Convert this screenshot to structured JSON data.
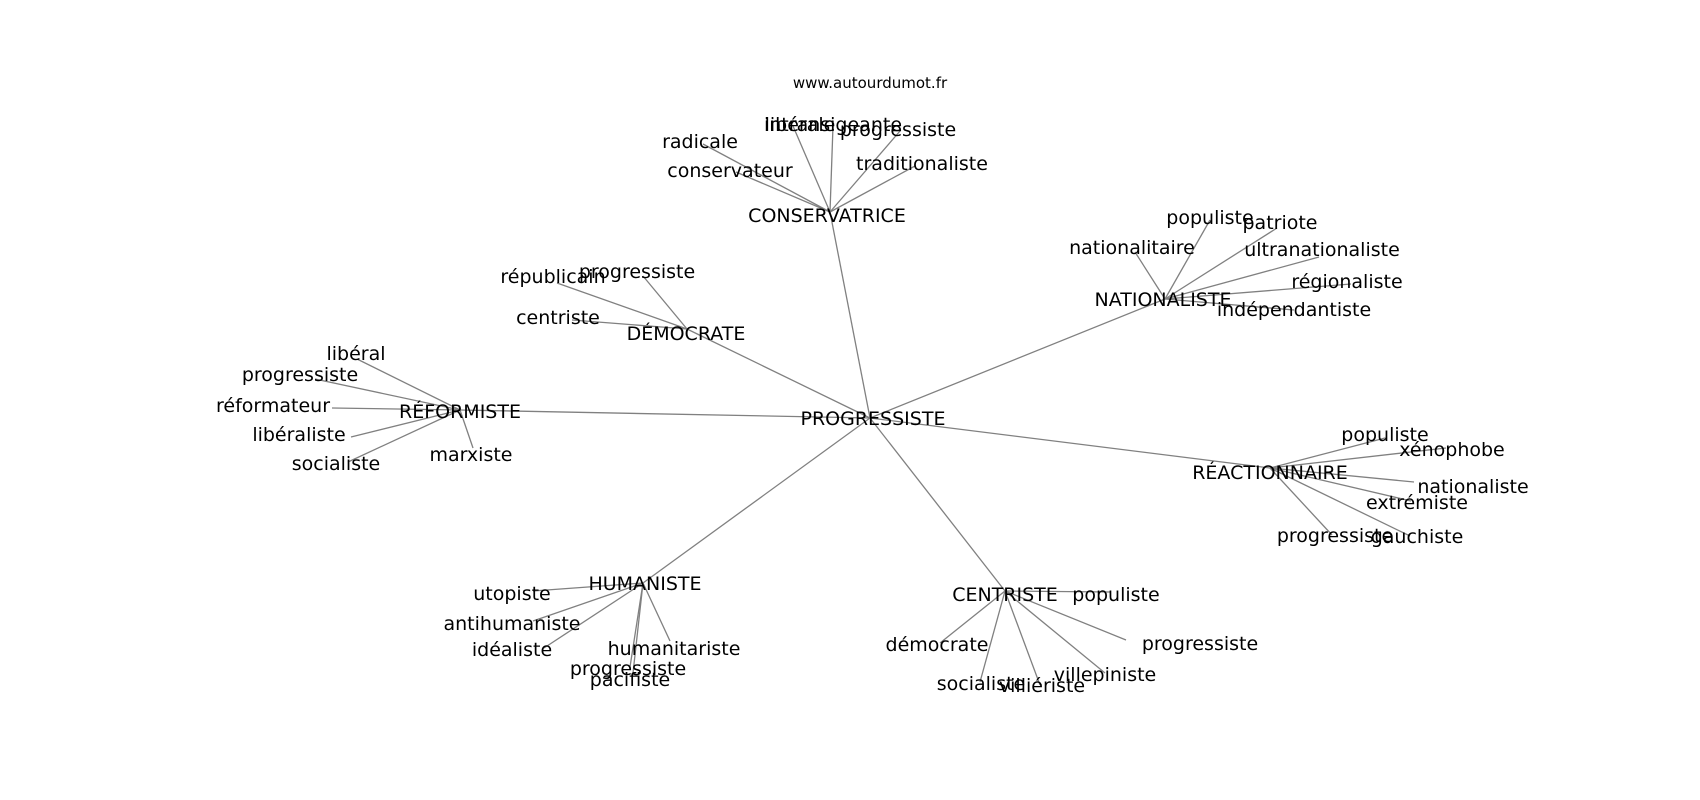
{
  "source": "www.autourdumot.fr",
  "center": "PROGRESSISTE",
  "hubs": [
    {
      "id": "conservatrice",
      "label": "CONSERVATRICE",
      "leaves": [
        "libérale",
        "intransigeante",
        "progressiste",
        "radicale",
        "traditionaliste",
        "conservateur"
      ]
    },
    {
      "id": "nationaliste",
      "label": "NATIONALISTE",
      "leaves": [
        "populiste",
        "patriote",
        "nationalitaire",
        "ultranationaliste",
        "régionaliste",
        "indépendantiste"
      ]
    },
    {
      "id": "democrate",
      "label": "DÉMOCRATE",
      "leaves": [
        "progressiste",
        "républicain",
        "centriste"
      ]
    },
    {
      "id": "reformiste",
      "label": "RÉFORMISTE",
      "leaves": [
        "libéral",
        "progressiste",
        "réformateur",
        "libéraliste",
        "socialiste",
        "marxiste"
      ]
    },
    {
      "id": "reactionnaire",
      "label": "RÉACTIONNAIRE",
      "leaves": [
        "populiste",
        "xénophobe",
        "nationaliste",
        "extrémiste",
        "progressiste",
        "gauchiste"
      ]
    },
    {
      "id": "humaniste",
      "label": "HUMANISTE",
      "leaves": [
        "utopiste",
        "antihumaniste",
        "idéaliste",
        "humanitariste",
        "progressiste",
        "pacifiste"
      ]
    },
    {
      "id": "centriste",
      "label": "CENTRISTE",
      "leaves": [
        "populiste",
        "démocrate",
        "progressiste",
        "villepiniste",
        "socialiste",
        "villiériste"
      ]
    }
  ]
}
